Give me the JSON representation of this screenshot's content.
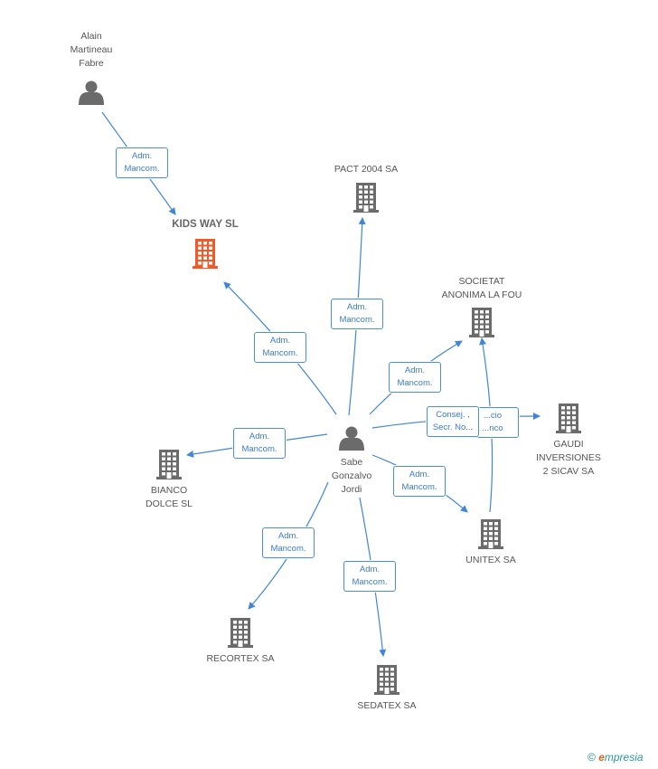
{
  "colors": {
    "edge": "#3f86d8",
    "building": "#6b6b6b",
    "building_main": "#f05a28",
    "person": "#6b6b6b"
  },
  "nodes": [
    {
      "id": "kids",
      "name": "KIDS WAY SL",
      "type": "building",
      "main": true
    },
    {
      "id": "alain",
      "name": "Alain\nMartineau\nFabre",
      "type": "person"
    },
    {
      "id": "pact",
      "name": "PACT 2004 SA",
      "type": "building"
    },
    {
      "id": "societat",
      "name": "SOCIETAT\nANONIMA LA FOU",
      "type": "building"
    },
    {
      "id": "gaudi",
      "name": "GAUDI\nINVERSIONES\n2 SICAV SA",
      "type": "building"
    },
    {
      "id": "sabe",
      "name": "Sabe\nGonzalvo\nJordi",
      "type": "person"
    },
    {
      "id": "bianco",
      "name": "BIANCO\nDOLCE SL",
      "type": "building"
    },
    {
      "id": "unitex",
      "name": "UNITEX SA",
      "type": "building"
    },
    {
      "id": "recortex",
      "name": "RECORTEX SA",
      "type": "building"
    },
    {
      "id": "sedatex",
      "name": "SEDATEX SA",
      "type": "building"
    }
  ],
  "edges": [
    {
      "from": "alain",
      "to": "kids",
      "label": "Adm.\nMancom."
    },
    {
      "from": "sabe",
      "to": "kids",
      "label": "Adm.\nMancom."
    },
    {
      "from": "sabe",
      "to": "pact",
      "label": "Adm.\nMancom."
    },
    {
      "from": "sabe",
      "to": "societat",
      "label": "Adm.\nMancom."
    },
    {
      "from": "sabe",
      "to": "gaudi",
      "label": "Consej. ,\nSecr. No..."
    },
    {
      "from": "sabe",
      "to": "bianco",
      "label": "Adm.\nMancom."
    },
    {
      "from": "sabe",
      "to": "unitex",
      "label": "Adm.\nMancom."
    },
    {
      "from": "sabe",
      "to": "recortex",
      "label": "Adm.\nMancom."
    },
    {
      "from": "sabe",
      "to": "sedatex",
      "label": "Adm.\nMancom."
    },
    {
      "from": "unitex",
      "to": "societat",
      "label": "...cio\n...nco"
    }
  ],
  "footer": {
    "copyright": "©",
    "brand_e": "e",
    "brand_rest": "mpresia"
  }
}
